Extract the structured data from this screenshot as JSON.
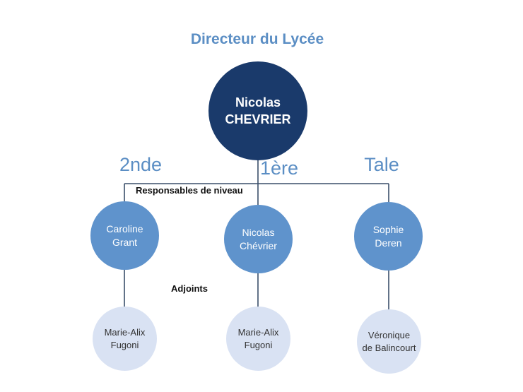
{
  "title": "Directeur du Lycée",
  "director": {
    "first": "Nicolas",
    "last": "CHEVRIER"
  },
  "levels": [
    "2nde",
    "1ère",
    "Tale"
  ],
  "responsables_label": "Responsables de niveau",
  "adjoints_label": "Adjoints",
  "responsables": [
    {
      "line1": "Caroline",
      "line2": "Grant"
    },
    {
      "line1": "Nicolas",
      "line2": "Chévrier"
    },
    {
      "line1": "Sophie",
      "line2": "Deren"
    }
  ],
  "adjoints": [
    {
      "line1": "Marie-Alix",
      "line2": "Fugoni"
    },
    {
      "line1": "Marie-Alix",
      "line2": "Fugoni"
    },
    {
      "line1": "Véronique",
      "line2": "de Balincourt"
    }
  ],
  "colors": {
    "title": "#5b8ec4",
    "director_fill": "#1a3a6b",
    "responsable_fill": "#5f93cc",
    "adjoint_fill": "#d9e2f3",
    "connector": "#3a4f6a"
  }
}
